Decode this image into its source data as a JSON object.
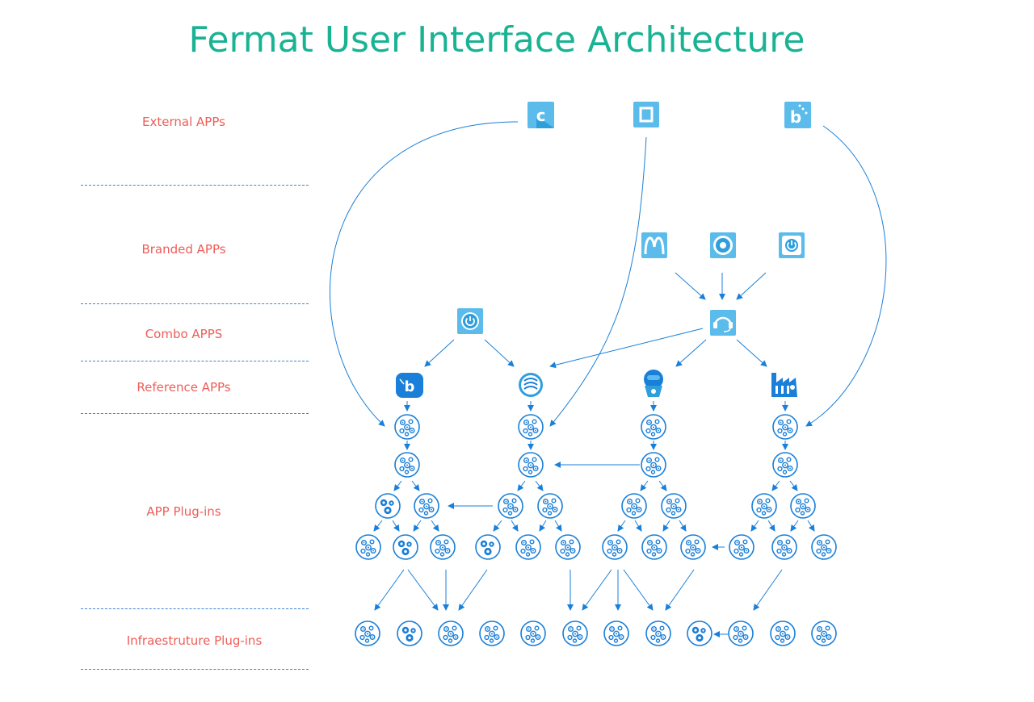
{
  "title": "Fermat User Interface Architecture",
  "layers": [
    {
      "label": "External APPs"
    },
    {
      "label": "Branded APPs"
    },
    {
      "label": "Combo APPS"
    },
    {
      "label": "Reference APPs"
    },
    {
      "label": "APP Plug-ins"
    },
    {
      "label": "Infraestruture Plug-ins"
    }
  ],
  "icons": {
    "external": [
      "c-logo-icon",
      "chase-logo-icon",
      "bitcoin-dots-logo-icon"
    ],
    "branded": [
      "mcdonalds-logo-icon",
      "coffee-badge-icon",
      "power-app-icon"
    ],
    "combo": [
      "power-button-icon",
      "headset-icon"
    ],
    "reference": [
      "wallet-dots-icon",
      "cash-coil-icon",
      "robot-icon",
      "factory-icon"
    ]
  },
  "colors": {
    "title": "#19b394",
    "layer_label": "#ee5d57",
    "primary": "#1a7fd8",
    "app_tile": "#5bbbea",
    "separator": "#3b85d6"
  }
}
